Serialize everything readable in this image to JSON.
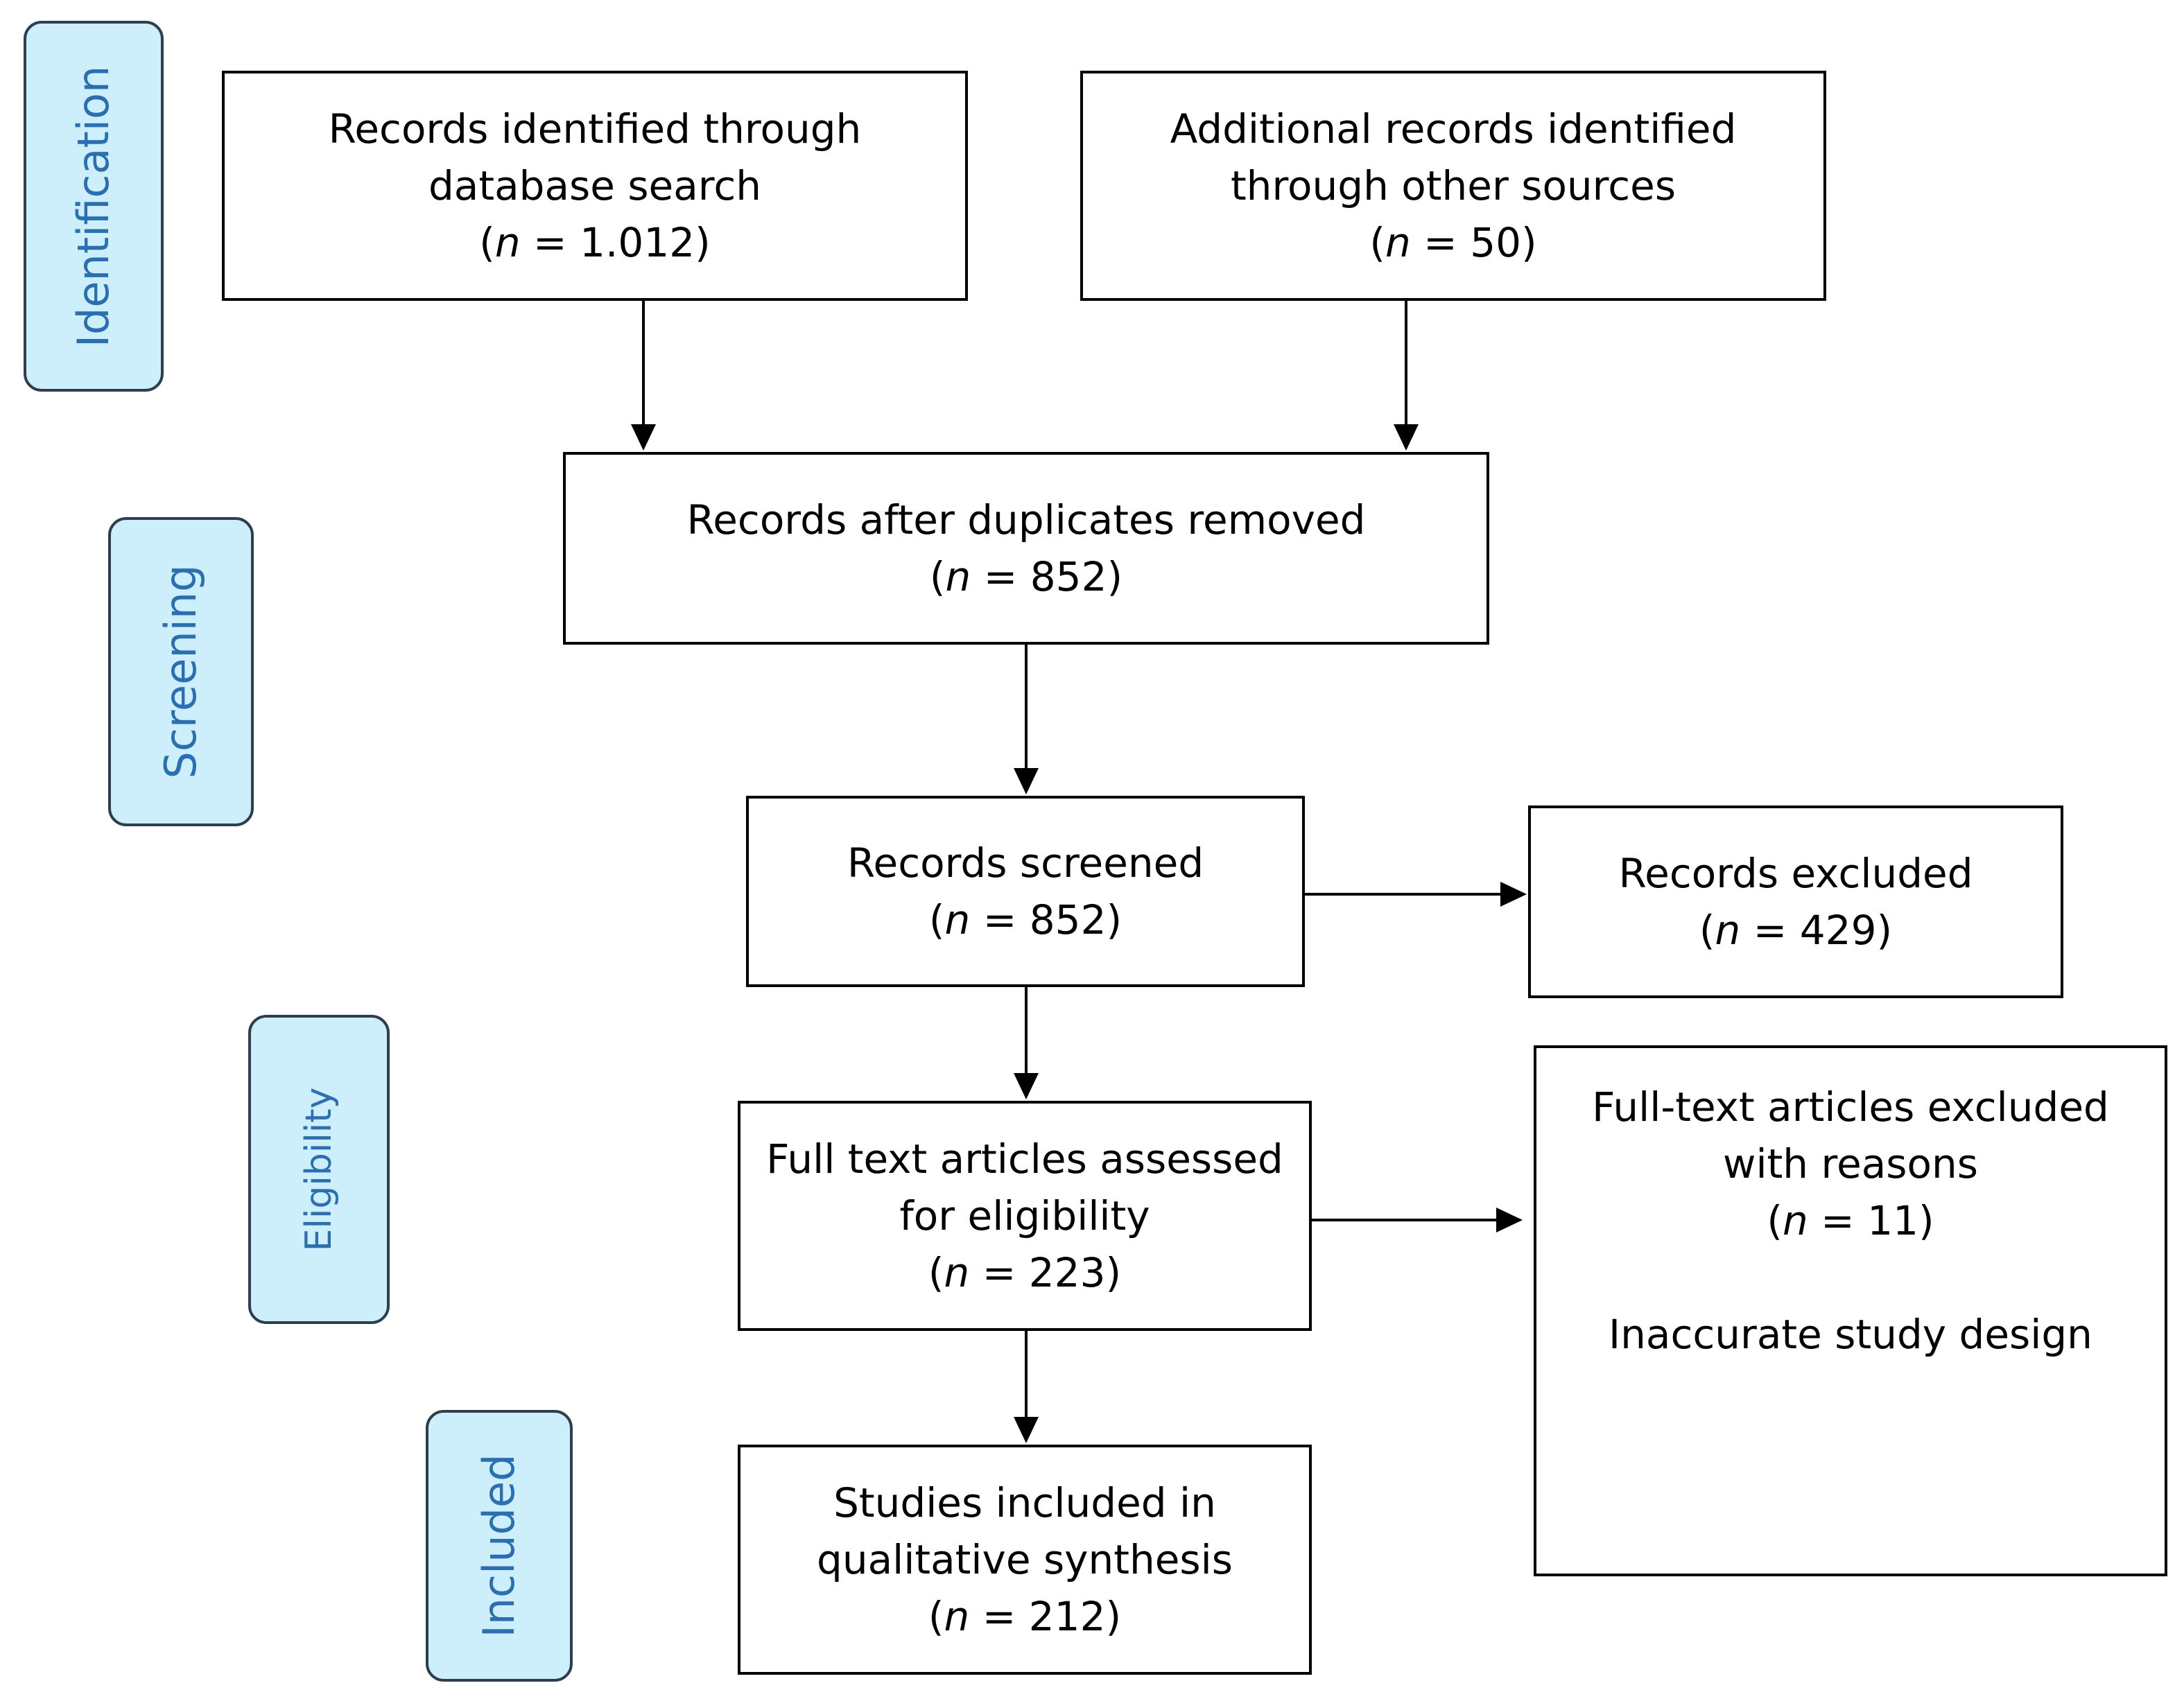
{
  "phases": {
    "identification": "Identification",
    "screening": "Screening",
    "eligibility": "Eligibility",
    "included": "Included"
  },
  "boxes": {
    "database_search": {
      "line1": "Records identified through",
      "line2": "database search",
      "n": "1.012"
    },
    "other_sources": {
      "line1": "Additional records identified",
      "line2": "through other sources",
      "n": "50"
    },
    "duplicates_removed": {
      "line1": "Records after duplicates removed",
      "n": "852"
    },
    "screened": {
      "line1": "Records screened",
      "n": "852"
    },
    "excluded": {
      "line1": "Records excluded",
      "n": "429"
    },
    "full_text_assessed": {
      "line1": "Full text articles assessed",
      "line2": "for eligibility",
      "n": "223"
    },
    "full_text_excluded": {
      "line1": "Full-text articles excluded",
      "line2": "with reasons",
      "n": "11",
      "reason": "Inaccurate study design"
    },
    "included_studies": {
      "line1": "Studies included in",
      "line2": "qualitative synthesis",
      "n": "212"
    }
  },
  "n_label": {
    "open": "(",
    "n": "n",
    "eq": " = ",
    "close": ")"
  }
}
